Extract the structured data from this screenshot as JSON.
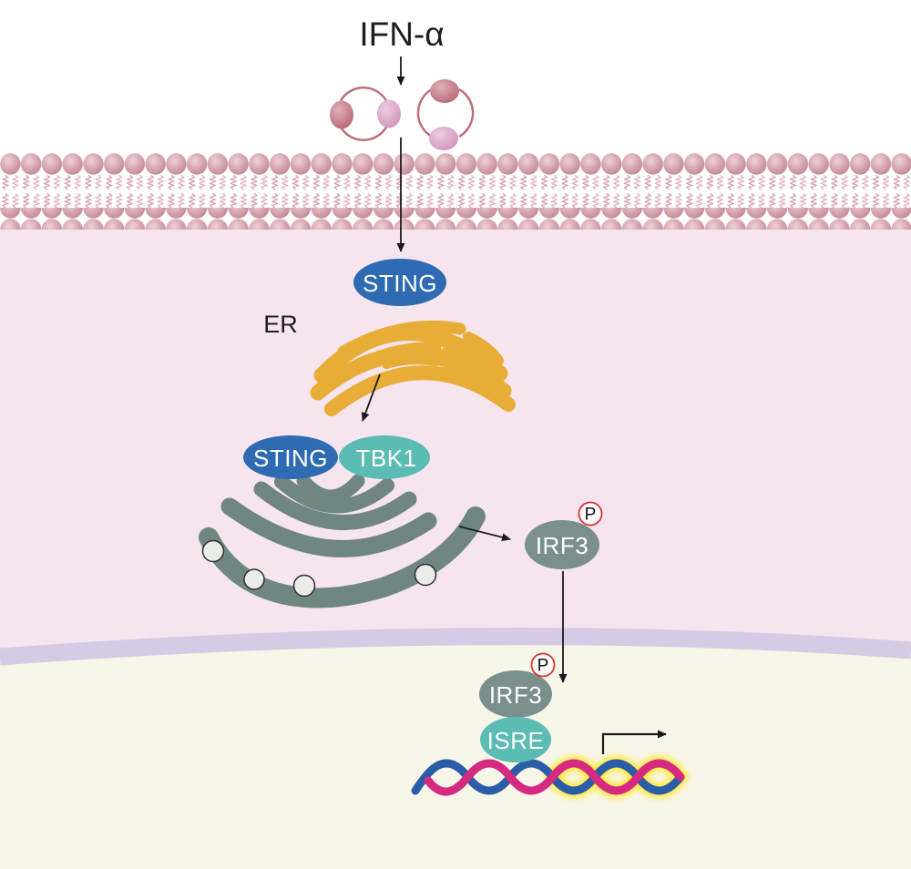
{
  "title": "IFN-α",
  "labels": {
    "er": "ER",
    "sting_membrane": "STING",
    "sting_complex": "STING",
    "tbk1": "TBK1",
    "irf3_cytoplasm": "IRF3",
    "phospho_cytoplasm": "P",
    "irf3_nucleus": "IRF3",
    "phospho_nucleus": "P",
    "isre": "ISRE"
  },
  "colors": {
    "cytoplasm_pink": "#f6e5ee",
    "nucleus_cream": "#f8f6e8",
    "envelope_lavender": "#d5cbe4",
    "sting_blue": "#2e6bb2",
    "tbk1_teal": "#5abcb3",
    "isre_teal": "#5abcb3",
    "irf3_gray": "#7b908c",
    "golgi_gray": "#6f8683",
    "er_gold": "#e8ad36",
    "dna_blue": "#2b5ca8",
    "dna_magenta": "#d62a80",
    "dna_glow": "#ffe93e",
    "receptor_ring_rose": "#bc6b77",
    "p_ring_red": "#e02f2f",
    "arrow_black": "#1a1a1a",
    "vesicle_fill": "#eaece8"
  }
}
